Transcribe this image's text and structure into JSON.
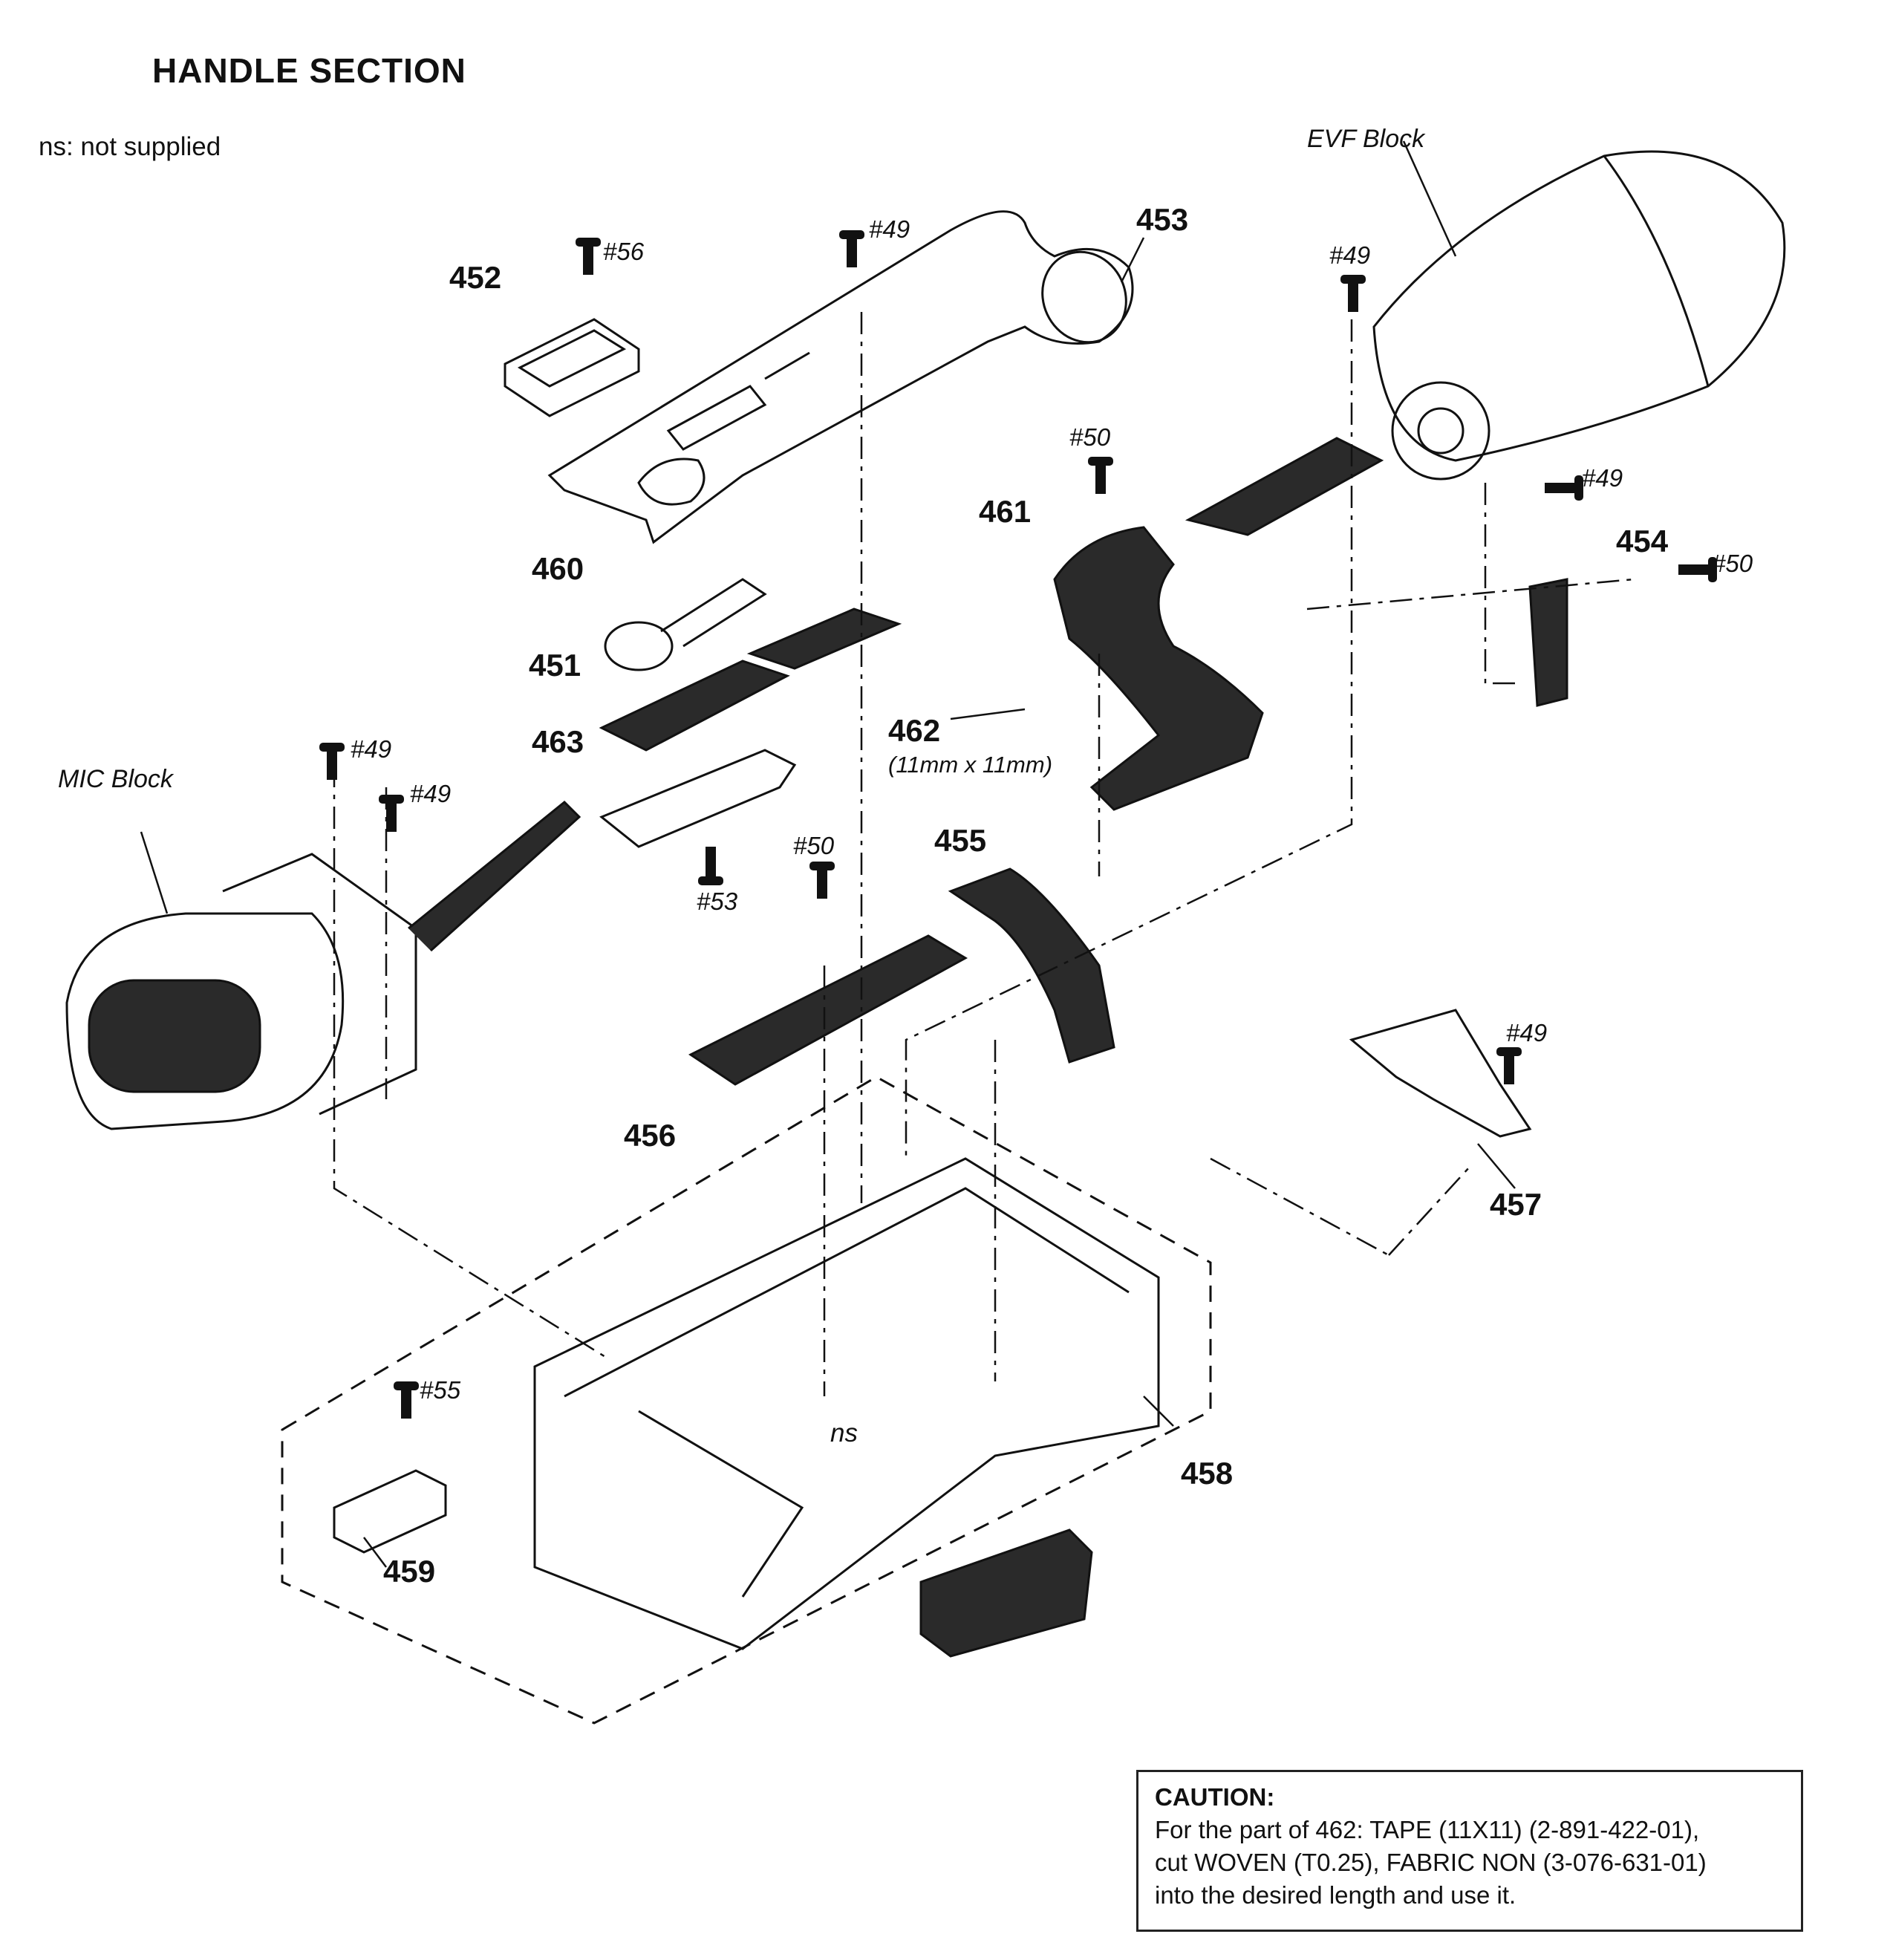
{
  "title": "HANDLE SECTION",
  "note": "ns: not supplied",
  "blocks": {
    "evf": "EVF Block",
    "mic": "MIC Block"
  },
  "parts": {
    "p451": "451",
    "p452": "452",
    "p453": "453",
    "p454": "454",
    "p455": "455",
    "p456": "456",
    "p457": "457",
    "p458": "458",
    "p459": "459",
    "p460": "460",
    "p461": "461",
    "p462": "462",
    "p463": "463"
  },
  "screws": {
    "s56": "#56",
    "s49": "#49",
    "s50": "#50",
    "s53": "#53",
    "s55": "#55"
  },
  "tape_dimension": "(11mm x 11mm)",
  "ns_label": "ns",
  "caution": {
    "title": "CAUTION:",
    "lines": [
      "For the part of 462: TAPE (11X11) (2-891-422-01),",
      "cut WOVEN (T0.25), FABRIC NON (3-076-631-01)",
      "into the desired length and use it."
    ]
  }
}
